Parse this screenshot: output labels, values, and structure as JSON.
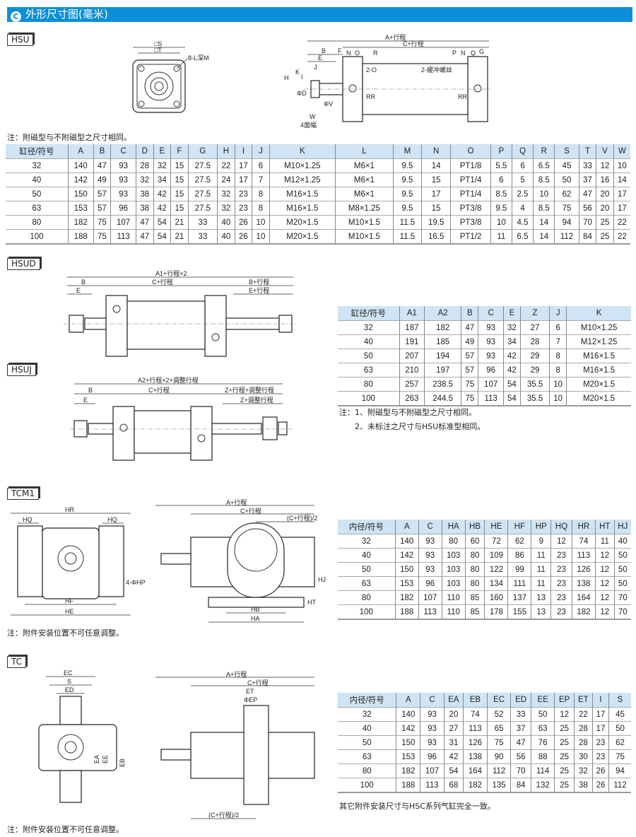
{
  "header": {
    "icon": "C",
    "title": "外形尺寸图(毫米)"
  },
  "hsu": {
    "tag": "HSU",
    "drawing_labels": {
      "S": "□S",
      "T": "□T",
      "L": "8-L深M",
      "A": "A+行程",
      "C": "C+行程",
      "B": "B",
      "E": "E",
      "F": "F",
      "G": "G",
      "H": "H",
      "K": "K",
      "I": "I",
      "J": "J",
      "D": "ΦD",
      "V": "ΦV",
      "W": "W",
      "W4": "4面幅",
      "N": "N",
      "O": "O",
      "O2": "2-O",
      "P": "P",
      "Q": "Q",
      "R": "R",
      "RR": "RR",
      "thread": "2-缓冲螺丝"
    },
    "note": "注：附磁型与不附磁型之尺寸相同。",
    "columns": [
      "缸径/符号",
      "A",
      "B",
      "C",
      "D",
      "E",
      "F",
      "G",
      "H",
      "I",
      "J",
      "K",
      "L",
      "M",
      "N",
      "O",
      "P",
      "Q",
      "R",
      "S",
      "T",
      "V",
      "W"
    ],
    "rows": [
      [
        "32",
        "140",
        "47",
        "93",
        "28",
        "32",
        "15",
        "27.5",
        "22",
        "17",
        "6",
        "M10×1.25",
        "M6×1",
        "9.5",
        "14",
        "PT1/8",
        "5.5",
        "6",
        "6.5",
        "45",
        "33",
        "12",
        "10"
      ],
      [
        "40",
        "142",
        "49",
        "93",
        "32",
        "34",
        "15",
        "27.5",
        "24",
        "17",
        "7",
        "M12×1.25",
        "M6×1",
        "9.5",
        "15",
        "PT1/4",
        "6",
        "5",
        "8.5",
        "50",
        "37",
        "16",
        "14"
      ],
      [
        "50",
        "150",
        "57",
        "93",
        "38",
        "42",
        "15",
        "27.5",
        "32",
        "23",
        "8",
        "M16×1.5",
        "M6×1",
        "9.5",
        "17",
        "PT1/4",
        "8.5",
        "2.5",
        "10",
        "62",
        "47",
        "20",
        "17"
      ],
      [
        "63",
        "153",
        "57",
        "96",
        "38",
        "42",
        "15",
        "27.5",
        "32",
        "23",
        "8",
        "M16×1.5",
        "M8×1.25",
        "9.5",
        "15",
        "PT3/8",
        "9.5",
        "4",
        "8.5",
        "75",
        "56",
        "20",
        "17"
      ],
      [
        "80",
        "182",
        "75",
        "107",
        "47",
        "54",
        "21",
        "33",
        "40",
        "26",
        "10",
        "M20×1.5",
        "M10×1.5",
        "11.5",
        "19.5",
        "PT3/8",
        "10",
        "4.5",
        "14",
        "94",
        "70",
        "25",
        "22"
      ],
      [
        "100",
        "188",
        "75",
        "113",
        "47",
        "54",
        "21",
        "33",
        "40",
        "26",
        "10",
        "M20×1.5",
        "M10×1.5",
        "11.5",
        "16.5",
        "PT1/2",
        "11",
        "6.5",
        "14",
        "112",
        "84",
        "25",
        "22"
      ]
    ]
  },
  "hsud": {
    "tag": "HSUD",
    "drawing_labels": {
      "A1": "A1+行程×2",
      "B": "B",
      "C": "C+行程",
      "BR": "B+行程",
      "E": "E",
      "ER": "E+行程"
    },
    "columns": [
      "缸径/符号",
      "A1",
      "A2",
      "B",
      "C",
      "E",
      "Z",
      "J",
      "K"
    ],
    "rows": [
      [
        "32",
        "187",
        "182",
        "47",
        "93",
        "32",
        "27",
        "6",
        "M10×1.25"
      ],
      [
        "40",
        "191",
        "185",
        "49",
        "93",
        "34",
        "28",
        "7",
        "M12×1.25"
      ],
      [
        "50",
        "207",
        "194",
        "57",
        "93",
        "42",
        "29",
        "8",
        "M16×1.5"
      ],
      [
        "63",
        "210",
        "197",
        "57",
        "96",
        "42",
        "29",
        "8",
        "M16×1.5"
      ],
      [
        "80",
        "257",
        "238.5",
        "75",
        "107",
        "54",
        "35.5",
        "10",
        "M20×1.5"
      ],
      [
        "100",
        "263",
        "244.5",
        "75",
        "113",
        "54",
        "35.5",
        "10",
        "M20×1.5"
      ]
    ],
    "notes": [
      "注：1、附磁型与不附磁型之尺寸相同。",
      "2、未标注之尺寸与HSU标准型相同。"
    ]
  },
  "hsuj": {
    "tag": "HSUJ",
    "drawing_labels": {
      "A2": "A2+行程×2+调整行程",
      "B": "B",
      "C": "C+行程",
      "Z1": "Z+行程+调整行程",
      "Z2": "Z+调整行程",
      "E": "E"
    }
  },
  "tcm1": {
    "tag": "TCM1",
    "drawing_labels": {
      "HR": "HR",
      "HQ": "HQ",
      "HQ2": "HQ",
      "HF": "HF",
      "HE": "HE",
      "HP": "4-ΦHP",
      "A": "A+行程",
      "C": "C+行程",
      "C2": "(C+行程)/2",
      "HB": "HB",
      "HA": "HA",
      "HJ": "HJ",
      "HT": "HT"
    },
    "note": "注：附件安装位置不可任意调整。",
    "columns": [
      "内径/符号",
      "A",
      "C",
      "HA",
      "HB",
      "HE",
      "HF",
      "HP",
      "HQ",
      "HR",
      "HT",
      "HJ"
    ],
    "rows": [
      [
        "32",
        "140",
        "93",
        "80",
        "60",
        "72",
        "62",
        "9",
        "12",
        "74",
        "11",
        "40"
      ],
      [
        "40",
        "142",
        "93",
        "103",
        "80",
        "109",
        "86",
        "11",
        "23",
        "113",
        "12",
        "50"
      ],
      [
        "50",
        "150",
        "93",
        "103",
        "80",
        "122",
        "99",
        "11",
        "23",
        "126",
        "12",
        "50"
      ],
      [
        "63",
        "153",
        "96",
        "103",
        "80",
        "134",
        "111",
        "11",
        "23",
        "138",
        "12",
        "50"
      ],
      [
        "80",
        "182",
        "107",
        "110",
        "85",
        "160",
        "137",
        "13",
        "23",
        "164",
        "12",
        "70"
      ],
      [
        "100",
        "188",
        "113",
        "110",
        "85",
        "178",
        "155",
        "13",
        "23",
        "182",
        "12",
        "70"
      ]
    ]
  },
  "tc": {
    "tag": "TC",
    "drawing_labels": {
      "EC": "EC",
      "S": "S",
      "ED": "ED",
      "EA": "EA",
      "EE": "EE",
      "EB": "EB",
      "A": "A+行程",
      "C": "C+行程",
      "ET": "ET",
      "EP": "ΦEP",
      "C2": "(C+行程)/2"
    },
    "note": "注：附件安装位置不可任意调整。",
    "columns": [
      "内径/符号",
      "A",
      "C",
      "EA",
      "EB",
      "EC",
      "ED",
      "EE",
      "EP",
      "ET",
      "I",
      "S"
    ],
    "rows": [
      [
        "32",
        "140",
        "93",
        "20",
        "74",
        "52",
        "33",
        "50",
        "12",
        "22",
        "17",
        "45"
      ],
      [
        "40",
        "142",
        "93",
        "27",
        "113",
        "65",
        "37",
        "63",
        "25",
        "28",
        "17",
        "50"
      ],
      [
        "50",
        "150",
        "93",
        "31",
        "126",
        "75",
        "47",
        "76",
        "25",
        "28",
        "23",
        "62"
      ],
      [
        "63",
        "153",
        "96",
        "42",
        "138",
        "90",
        "56",
        "88",
        "25",
        "30",
        "23",
        "75"
      ],
      [
        "80",
        "182",
        "107",
        "54",
        "164",
        "112",
        "70",
        "114",
        "25",
        "32",
        "26",
        "94"
      ],
      [
        "100",
        "188",
        "113",
        "68",
        "182",
        "135",
        "84",
        "132",
        "25",
        "38",
        "26",
        "112"
      ]
    ],
    "footer_note": "其它附件安装尺寸与HSC系列气缸完全一致。"
  }
}
